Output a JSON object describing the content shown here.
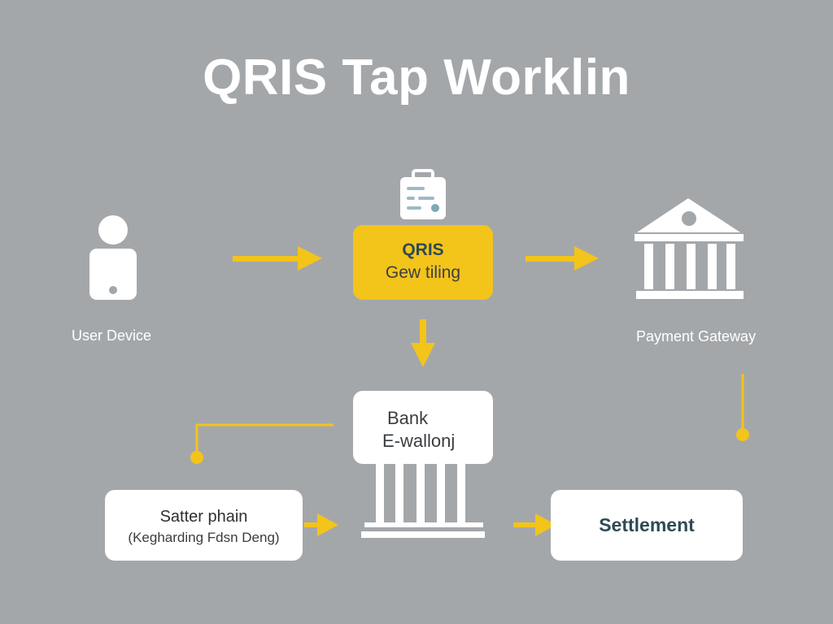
{
  "title": "QRIS Tap Worklin",
  "nodes": {
    "user_device": {
      "label": "User Device",
      "icon": "user-device-icon"
    },
    "qris": {
      "line1": "QRIS",
      "line2": "Gew tiling",
      "icon": "clipboard-icon"
    },
    "payment_gateway": {
      "label": "Payment Gateway",
      "icon": "bank-building-icon"
    },
    "bank": {
      "line1": "Bank",
      "line2": "E-wallonj",
      "icon": "bank-pillars-icon"
    },
    "satter": {
      "line1": "Satter phain",
      "line2": "(Kegharding Fdsn Deng)"
    },
    "settlement": {
      "label": "Settlement"
    }
  },
  "colors": {
    "background": "#a4a7aa",
    "accent": "#f3c41a",
    "white": "#ffffff",
    "dark_teal": "#2f4a55"
  }
}
